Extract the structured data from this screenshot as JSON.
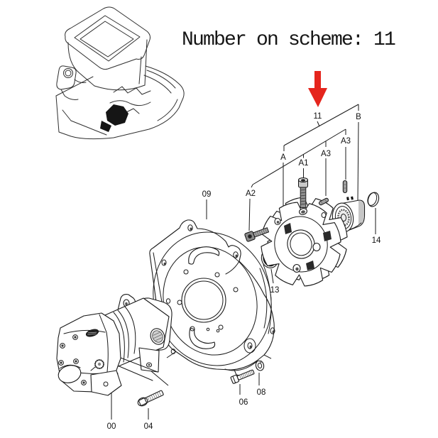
{
  "title": "Number on scheme: 11",
  "highlighted_part": "11",
  "colors": {
    "arrow": "#e5251d",
    "ink": "#1a1a1a",
    "background": "#ffffff"
  },
  "labels": {
    "n00": "00",
    "n04": "04",
    "n06": "06",
    "n08": "08",
    "n09": "09",
    "n11": "11",
    "n13": "13",
    "n14": "14",
    "a": "A",
    "a1": "A1",
    "a2": "A2",
    "a3_left": "A3",
    "a3_right": "A3",
    "b": "B"
  }
}
